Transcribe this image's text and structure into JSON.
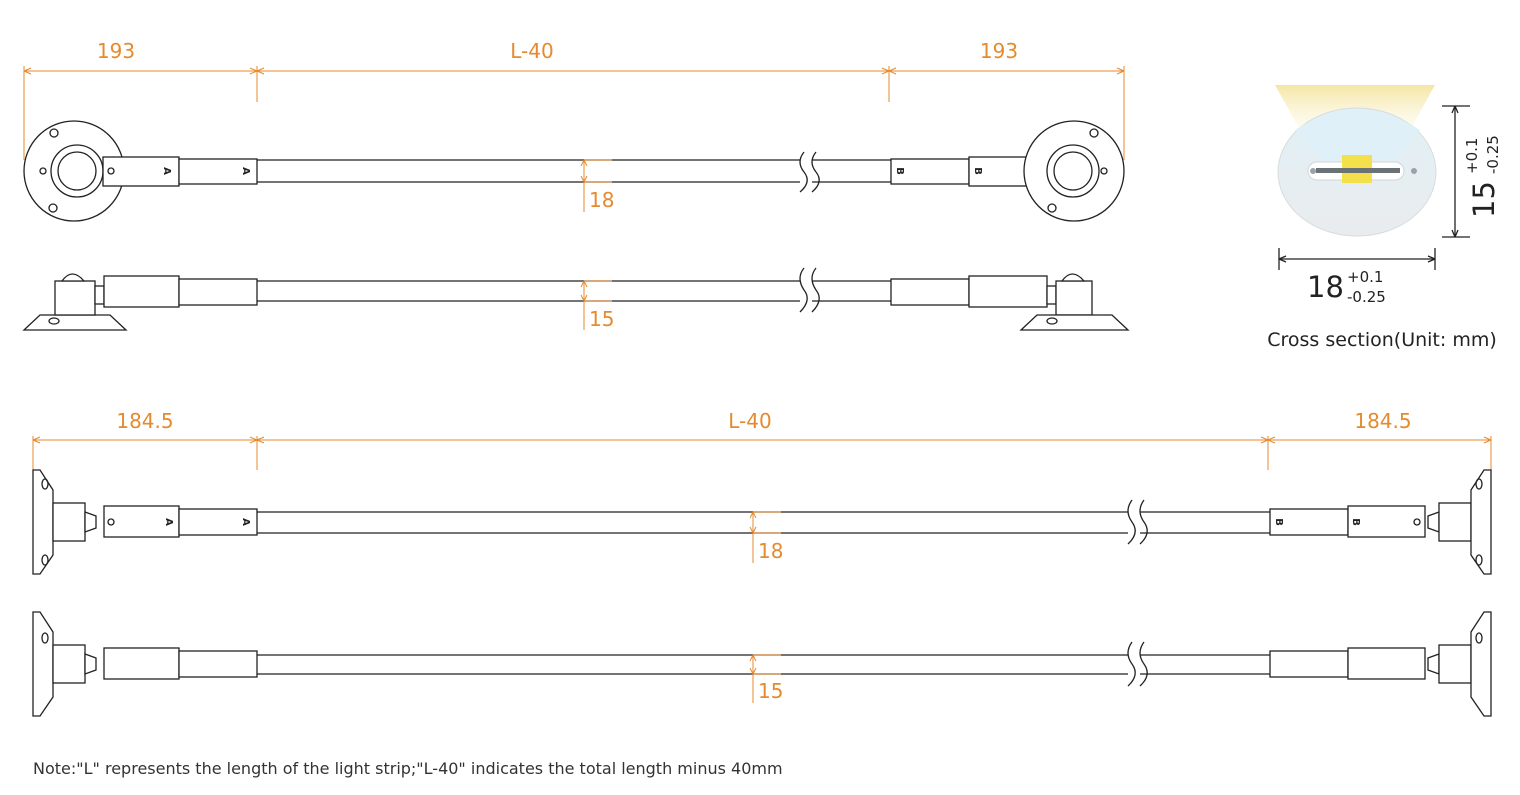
{
  "top_view": {
    "dim_left": "193",
    "dim_middle": "L-40",
    "dim_right": "193",
    "width_dim": "18",
    "end_tag_left": "A",
    "end_tag_right": "B"
  },
  "side_view": {
    "height_dim": "15"
  },
  "wall_top_view": {
    "dim_left": "184.5",
    "dim_middle": "L-40",
    "dim_right": "184.5",
    "width_dim": "18",
    "end_tag_left": "A",
    "end_tag_right": "B"
  },
  "wall_side_view": {
    "height_dim": "15"
  },
  "cross_section": {
    "width_value": "18",
    "width_tol_plus": "+0.1",
    "width_tol_minus": "-0.25",
    "height_value": "15",
    "height_tol_plus": "+0.1",
    "height_tol_minus": "-0.25",
    "caption": "Cross section(Unit: mm)",
    "colors": {
      "glow": "#f6e7a6",
      "chip": "#f3e04a",
      "body": "#eceff1"
    }
  },
  "note": "Note:\"L\" represents the length of the light strip;\"L-40\" indicates the total length minus 40mm"
}
